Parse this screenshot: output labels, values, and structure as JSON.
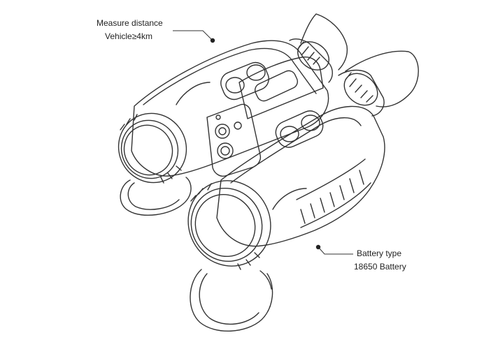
{
  "callouts": {
    "measure": {
      "title": "Measure distance",
      "value": "Vehicle≥4km"
    },
    "battery": {
      "title": "Battery type",
      "value": "18650 Battery"
    }
  },
  "colors": {
    "line": "#333333",
    "background": "#ffffff",
    "text": "#222222"
  }
}
